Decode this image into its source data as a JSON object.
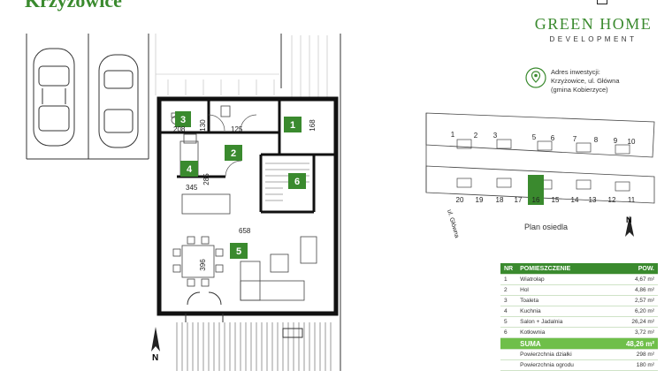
{
  "header": {
    "title": "Krzyżowice",
    "brand_name": "GREEN HOME",
    "brand_sub": "DEVELOPMENT"
  },
  "address": {
    "label": "Adres inwestycji:",
    "line1": "Krzyżowice, ul. Główna",
    "line2": "(gmina Kobierzyce)"
  },
  "site_plan": {
    "title": "Plan osiedla",
    "street": "ul. Główna",
    "north": "N",
    "lots_top": [
      "1",
      "2",
      "3",
      "5",
      "6",
      "7",
      "8",
      "9",
      "10"
    ],
    "lots_bottom": [
      "20",
      "19",
      "18",
      "17",
      "16",
      "15",
      "14",
      "13",
      "12",
      "11"
    ],
    "highlighted_lot": "16"
  },
  "floor_plan": {
    "north": "N",
    "rooms": [
      "1",
      "2",
      "3",
      "4",
      "5",
      "6"
    ],
    "dimensions": [
      "130",
      "168",
      "208",
      "125",
      "345",
      "285",
      "658",
      "396"
    ]
  },
  "table": {
    "headers": {
      "nr": "NR",
      "room": "POMIESZCZENIE",
      "area": "POW."
    },
    "rows": [
      {
        "nr": "1",
        "name": "Wiatrołap",
        "area": "4,67 m²"
      },
      {
        "nr": "2",
        "name": "Hol",
        "area": "4,86 m²"
      },
      {
        "nr": "3",
        "name": "Toaleta",
        "area": "2,57 m²"
      },
      {
        "nr": "4",
        "name": "Kuchnia",
        "area": "6,20 m²"
      },
      {
        "nr": "5",
        "name": "Salon + Jadalnia",
        "area": "26,24 m²"
      },
      {
        "nr": "6",
        "name": "Kotłownia",
        "area": "3,72 m²"
      }
    ],
    "sum": {
      "label": "SUMA",
      "area": "48,26 m²"
    },
    "extras": [
      {
        "name": "Powierzchnia działki",
        "area": "298 m²"
      },
      {
        "name": "Powierzchnia ogrodu",
        "area": "180 m²"
      }
    ]
  },
  "colors": {
    "accent": "#3a8a2e",
    "accent_light": "#6fbf4a"
  }
}
